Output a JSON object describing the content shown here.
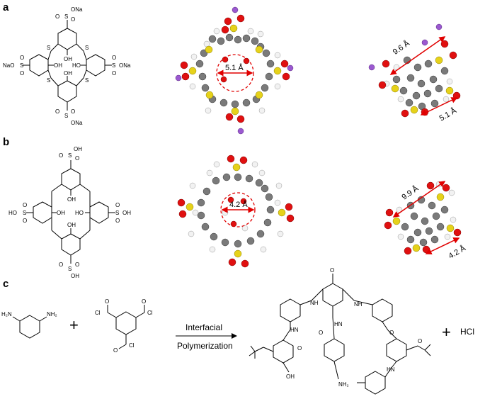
{
  "panels": {
    "a": {
      "label": "a",
      "substituents": [
        "ONa",
        "ONa",
        "ONa",
        "ONa"
      ],
      "hydroxyl_up": "OH",
      "hydroxyl_left": "OH",
      "hydroxyl_right": "HO",
      "hydroxyl_low": "OH",
      "bridge_atom": "S",
      "sulfonyl_S": "S",
      "sulfonyl_O": "O",
      "na_left_prefix": "NaO",
      "na_right_suffix": "ONa",
      "top_view_dimension": "5.1 Å",
      "side_view_dimension_long": "9.6 Å",
      "side_view_dimension_short": "5.1 Å"
    },
    "b": {
      "label": "b",
      "sulfonyl_S": "S",
      "sulfonyl_O": "O",
      "oh_top": "OH",
      "oh_bottom": "OH",
      "oh_left": "HO",
      "oh_right": "OH",
      "hydroxyl_up": "OH",
      "hydroxyl_left": "OH",
      "hydroxyl_right": "HO",
      "hydroxyl_low": "OH",
      "top_view_dimension": "4.2 Å",
      "side_view_dimension_long": "9.9 Å",
      "side_view_dimension_short": "4.2 Å"
    },
    "c": {
      "label": "c",
      "amine_left": "H₂N",
      "amine_right": "NH₂",
      "plus": "+",
      "acyl_O": "O",
      "acyl_Cl": "Cl",
      "arrow_label_line1": "Interfacial",
      "arrow_label_line2": "Polymerization",
      "amide_NH": "NH",
      "amide_HN": "HN",
      "amide_O": "O",
      "acid_OH": "OH",
      "product_NH2": "NH₂",
      "byproduct": "HCl"
    }
  },
  "colors": {
    "carbon": "#7a7a7a",
    "hydrogen": "#f2f2f2",
    "oxygen": "#e01010",
    "sulfur": "#e6d21a",
    "sodium": "#9b59d0",
    "dimension_arrow": "#e00000"
  }
}
